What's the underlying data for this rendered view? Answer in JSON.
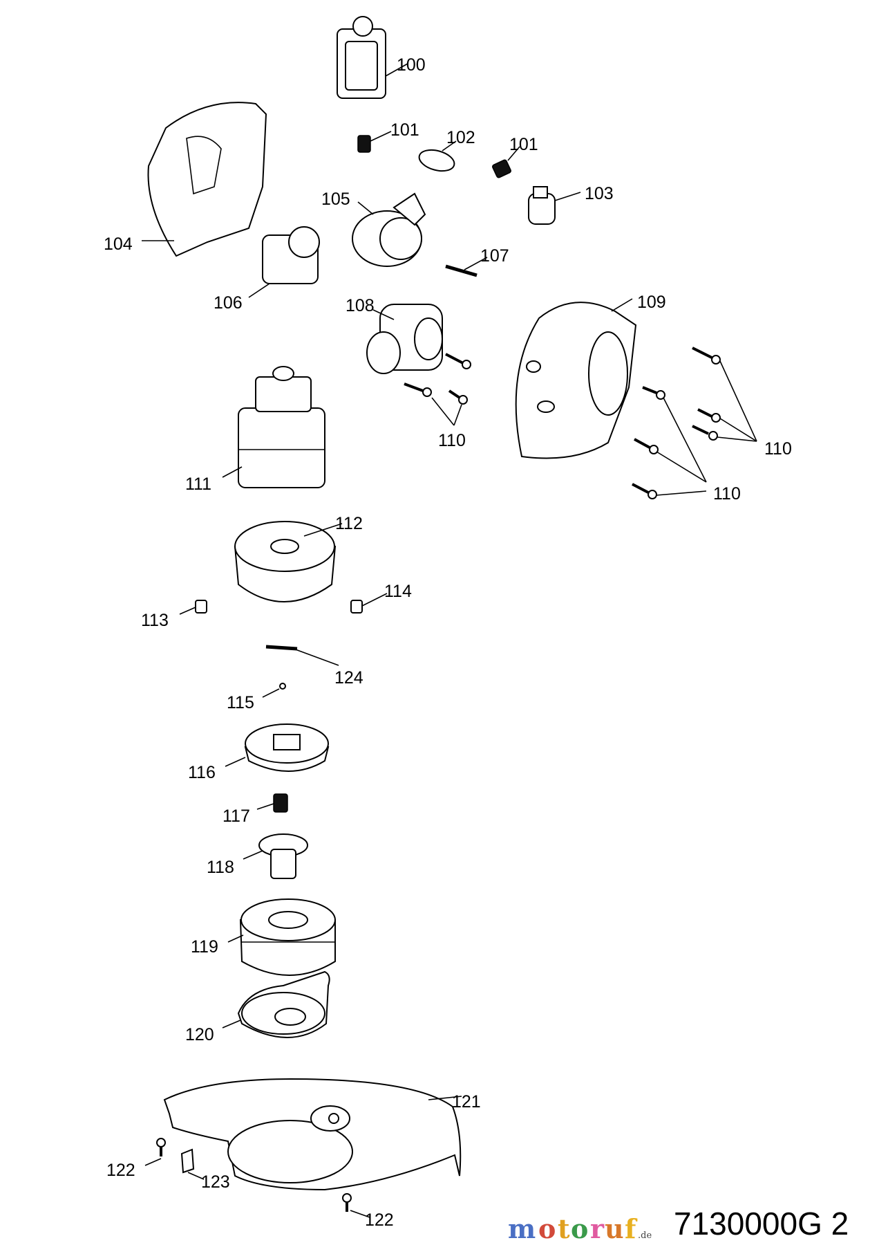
{
  "diagram_code": "7130000G 2",
  "watermark": {
    "text": [
      "m",
      "o",
      "t",
      "o",
      "r",
      "u",
      "f"
    ],
    "suffix": ".de",
    "colors": [
      "#4a6fc4",
      "#d24a3a",
      "#e0a020",
      "#3a9a4a",
      "#e05aa0",
      "#d8782a",
      "#e8b020"
    ]
  },
  "part_labels": {
    "p100": "100",
    "p101a": "101",
    "p102": "102",
    "p101b": "101",
    "p103": "103",
    "p104": "104",
    "p105": "105",
    "p106": "106",
    "p107": "107",
    "p108": "108",
    "p109": "109",
    "p110a": "110",
    "p110b": "110",
    "p110c": "110",
    "p111": "111",
    "p112": "112",
    "p113": "113",
    "p114": "114",
    "p124": "124",
    "p115": "115",
    "p116": "116",
    "p117": "117",
    "p118": "118",
    "p119": "119",
    "p120": "120",
    "p121": "121",
    "p122a": "122",
    "p122b": "122",
    "p123": "123"
  }
}
